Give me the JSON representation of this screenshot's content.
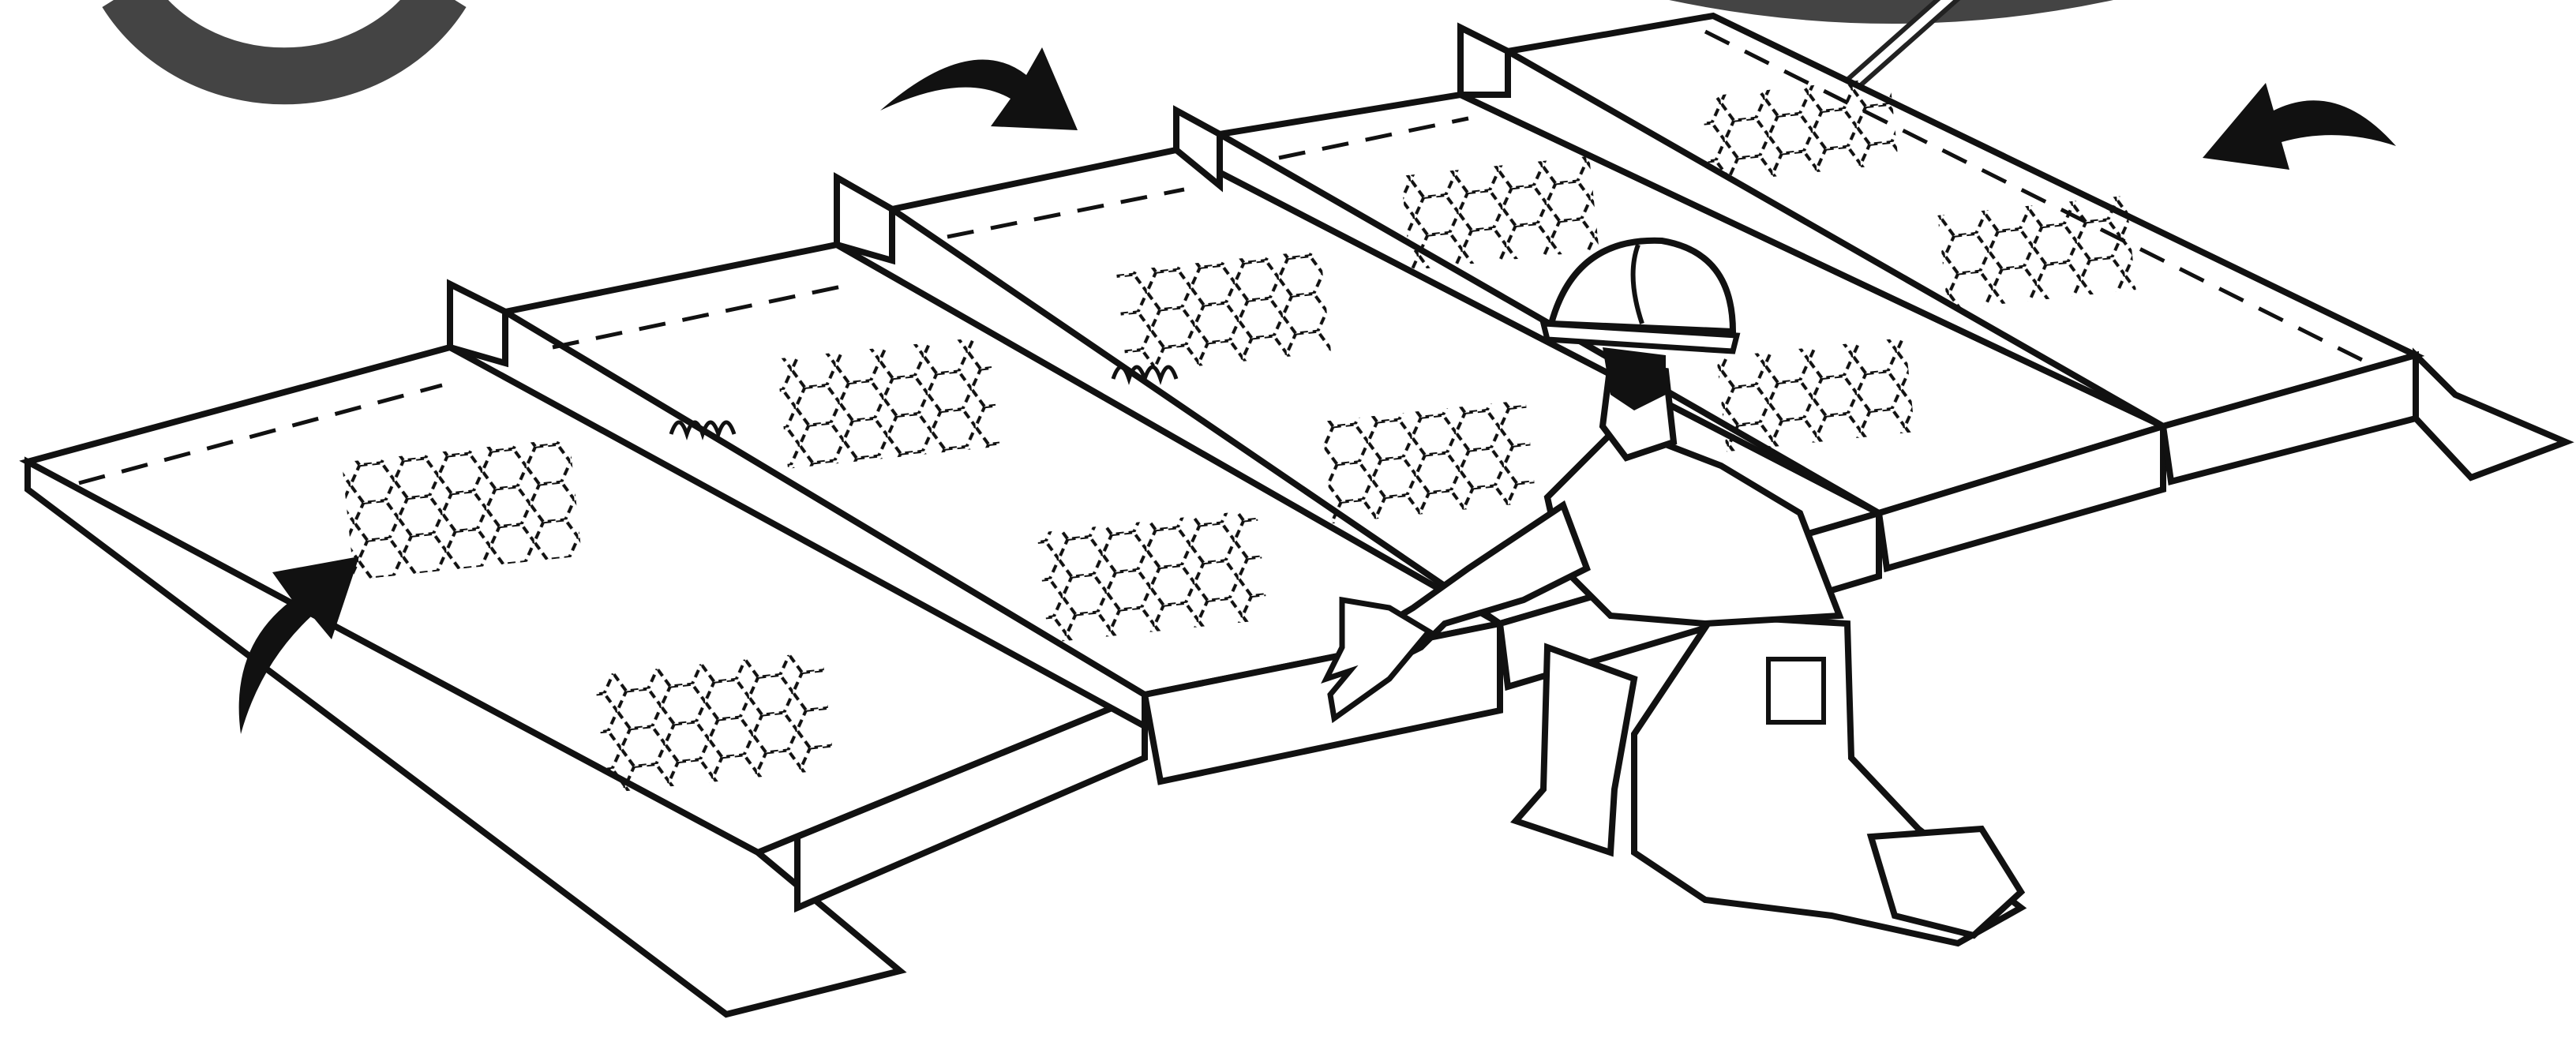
{
  "illustration": {
    "style": "black ink line art on white",
    "ink_color": "#111111",
    "accent_gray": "#444444",
    "background": "#ffffff",
    "panel_count": 5,
    "panel_pattern": "hexagonal-mesh",
    "arrow_icons": [
      "curved-arrow-icon",
      "curved-arrow-icon",
      "curved-arrow-icon"
    ],
    "worker": [
      "hard-hat-icon",
      "worker-figure"
    ]
  }
}
